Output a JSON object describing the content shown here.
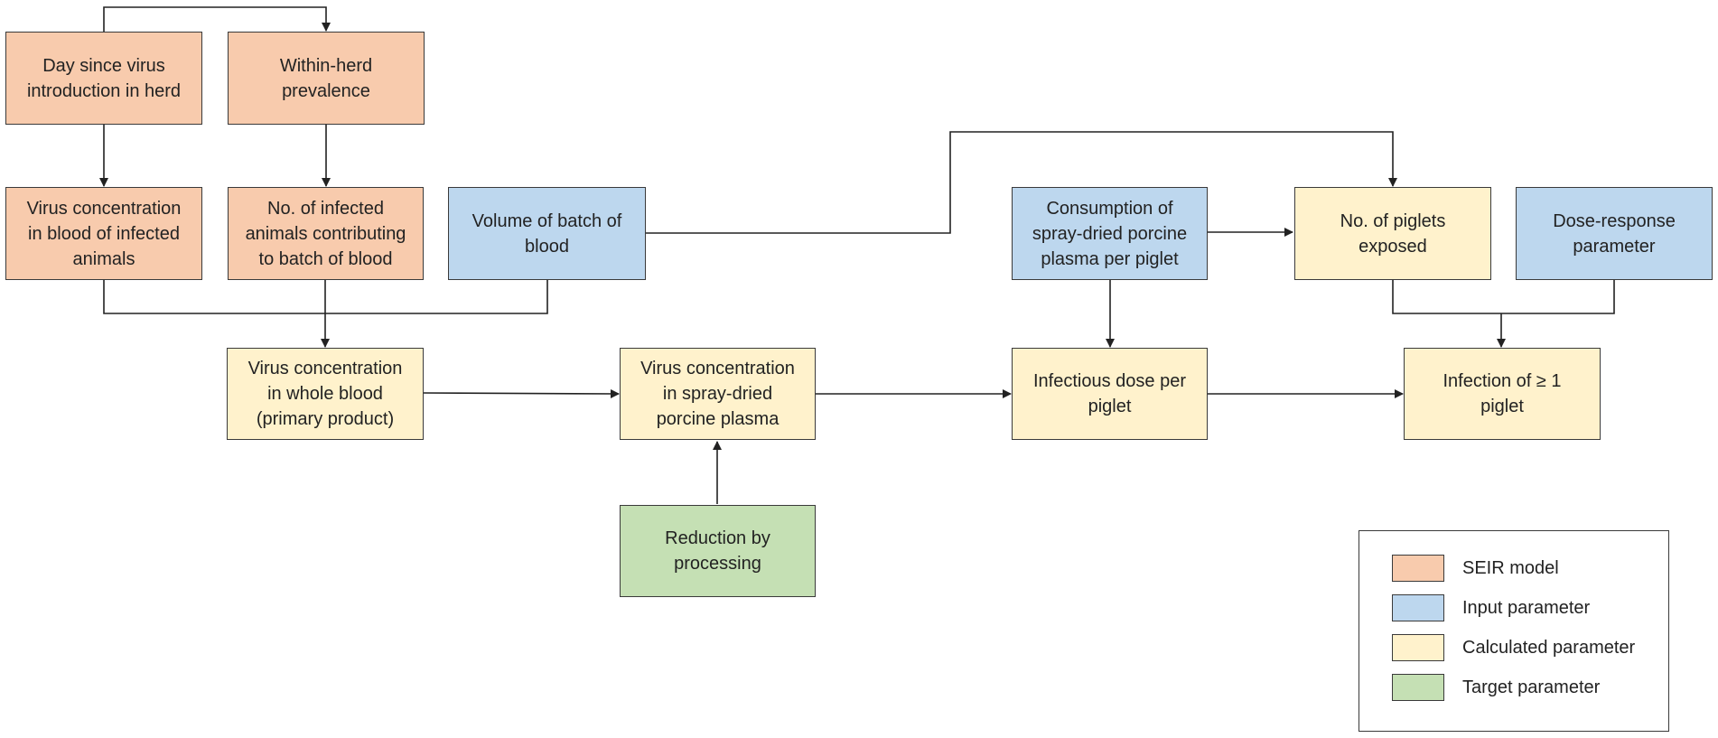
{
  "nodes": {
    "day_since_intro": "Day since virus\nintroduction in herd",
    "within_herd_prev": "Within-herd\nprevalence",
    "virus_conc_blood": "Virus concentration\nin blood of infected\nanimals",
    "no_infected_animals": "No. of infected\nanimals contributing\nto batch of blood",
    "volume_batch": "Volume of batch of\nblood",
    "consumption_sdpp": "Consumption of\nspray-dried porcine\nplasma per piglet",
    "no_piglets_exposed": "No. of piglets\nexposed",
    "dose_response": "Dose-response\nparameter",
    "virus_conc_whole_blood": "Virus concentration\nin whole blood\n(primary product)",
    "virus_conc_sdpp": "Virus concentration\nin spray-dried\nporcine plasma",
    "infectious_dose": "Infectious dose per\npiglet",
    "infection_piglet": "Infection of ≥ 1\npiglet",
    "reduction_processing": "Reduction by\nprocessing"
  },
  "legend": [
    {
      "label": "SEIR model",
      "color": "#f8cbad"
    },
    {
      "label": "Input parameter",
      "color": "#bdd7ee"
    },
    {
      "label": "Calculated parameter",
      "color": "#fff2cc"
    },
    {
      "label": "Target parameter",
      "color": "#c5e0b4"
    }
  ]
}
